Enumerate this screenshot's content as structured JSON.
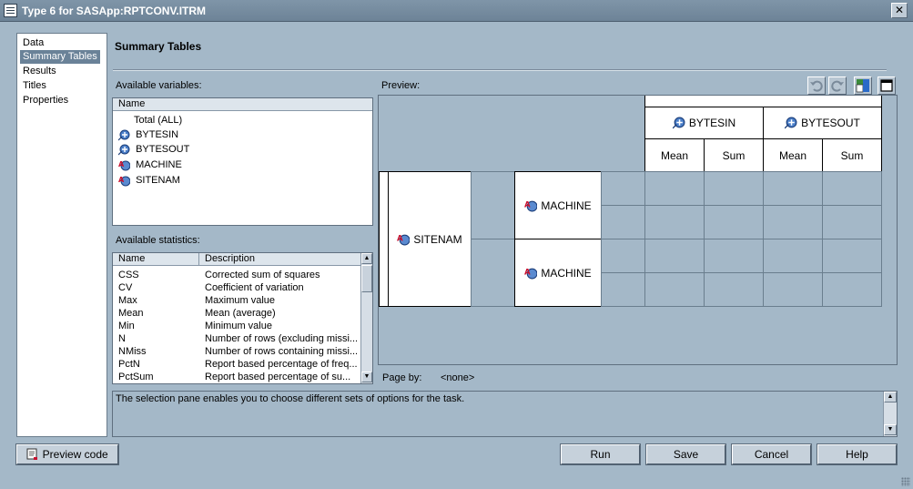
{
  "window": {
    "title": "Type 6 for SASApp:RPTCONV.ITRM",
    "close_glyph": "✕"
  },
  "nav": {
    "items": [
      "Data",
      "Summary Tables",
      "Results",
      "Titles",
      "Properties"
    ],
    "selected": "Summary Tables"
  },
  "section_title": "Summary Tables",
  "variables": {
    "label": "Available variables:",
    "column": "Name",
    "items": [
      {
        "name": "Total (ALL)",
        "icon": "none"
      },
      {
        "name": "BYTESIN",
        "icon": "numeric-analysis-icon"
      },
      {
        "name": "BYTESOUT",
        "icon": "numeric-analysis-icon"
      },
      {
        "name": "MACHINE",
        "icon": "character-classification-icon"
      },
      {
        "name": "SITENAM",
        "icon": "character-classification-icon"
      }
    ]
  },
  "statistics": {
    "label": "Available statistics:",
    "columns": [
      "Name",
      "Description"
    ],
    "rows": [
      [
        "CSS",
        "Corrected sum of squares"
      ],
      [
        "CV",
        "Coefficient of variation"
      ],
      [
        "Max",
        "Maximum value"
      ],
      [
        "Mean",
        "Mean (average)"
      ],
      [
        "Min",
        "Minimum value"
      ],
      [
        "N",
        "Number of rows (excluding missi..."
      ],
      [
        "NMiss",
        "Number of rows containing missi..."
      ],
      [
        "PctN",
        "Report based percentage of freq..."
      ],
      [
        "PctSum",
        "Report based percentage of su..."
      ]
    ]
  },
  "preview": {
    "label": "Preview:",
    "col_vars": [
      "BYTESIN",
      "BYTESOUT"
    ],
    "stats": [
      "Mean",
      "Sum",
      "Mean",
      "Sum"
    ],
    "row_var": "SITENAM",
    "nested_row_vars": [
      "MACHINE",
      "MACHINE"
    ],
    "toolbar": [
      "undo-icon",
      "redo-icon",
      "table-properties-icon",
      "maximize-icon"
    ]
  },
  "page_by": {
    "label": "Page by:",
    "value": "<none>"
  },
  "hint": "The selection pane enables you to choose different sets of options for the task.",
  "buttons": {
    "preview_code": "Preview code",
    "run": "Run",
    "save": "Save",
    "cancel": "Cancel",
    "help": "Help"
  },
  "colors": {
    "window_bg": "#a4b8c8",
    "titlebar": "#7f95a8",
    "selection": "#6a8298"
  }
}
